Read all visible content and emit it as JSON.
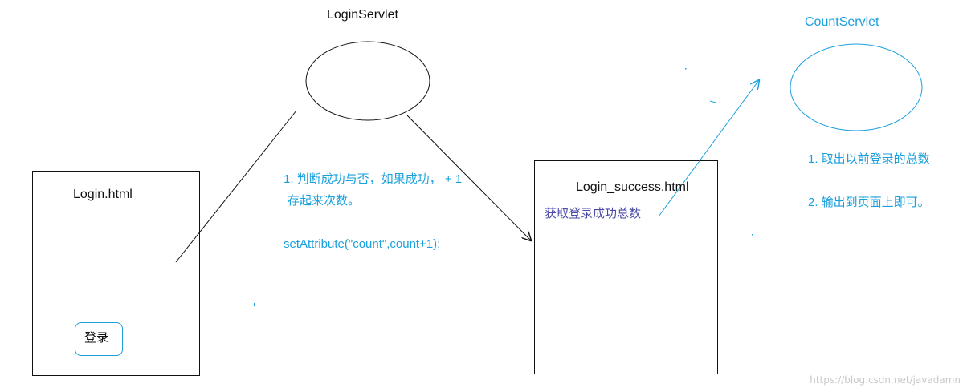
{
  "nodes": {
    "login_servlet": "LoginServlet",
    "count_servlet": "CountServlet",
    "login_page": "Login.html",
    "login_button": "登录",
    "success_page": "Login_success.html",
    "success_link": "获取登录成功总数"
  },
  "notes": {
    "login_step_1": "1. 判断成功与否，如果成功，  + 1",
    "login_step_2": "存起来次数。",
    "code": "setAttribute(\"count\",count+1);",
    "count_step_1": "1. 取出以前登录的总数",
    "count_step_2": "2. 输出到页面上即可。"
  },
  "watermark": "https://blog.csdn.net/javadamn",
  "colors": {
    "ink": "#111111",
    "accent_blue": "#1aa0dc",
    "link_purple": "#4a4aa8"
  }
}
